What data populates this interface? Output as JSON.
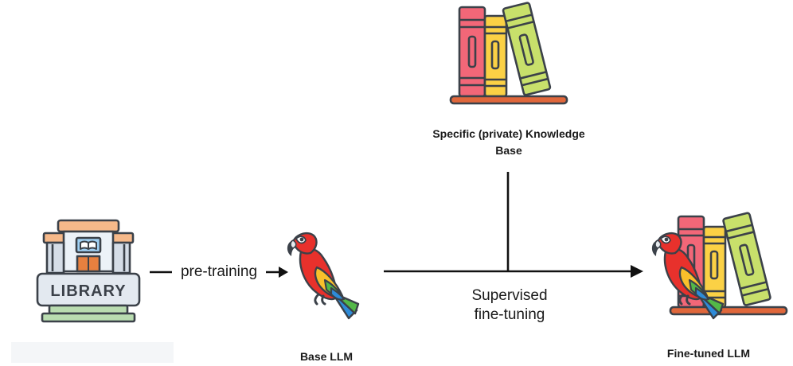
{
  "nodes": {
    "library": {
      "sign_text": "LIBRARY"
    },
    "knowledge_base": {
      "label_line1": "Specific (private) Knowledge",
      "label_line2": "Base"
    },
    "base_llm": {
      "label": "Base LLM"
    },
    "fine_tuned_llm": {
      "label": "Fine-tuned LLM"
    }
  },
  "edges": {
    "pretraining": {
      "label": "pre-training"
    },
    "supervised": {
      "label_line1": "Supervised",
      "label_line2": "fine-tuning"
    }
  },
  "colors": {
    "outline": "#3b4149",
    "book_red": "#f26778",
    "book_yellow": "#fbd145",
    "book_green": "#c8e06b",
    "shelf": "#e0673b",
    "parrot_red": "#e8312c",
    "parrot_yellow": "#f9c02b",
    "parrot_green": "#53b848",
    "parrot_blue": "#2e8bd8",
    "library_wall": "#ecf2f8",
    "library_roof": "#f6b98a",
    "library_step": "#b9dcb0"
  }
}
